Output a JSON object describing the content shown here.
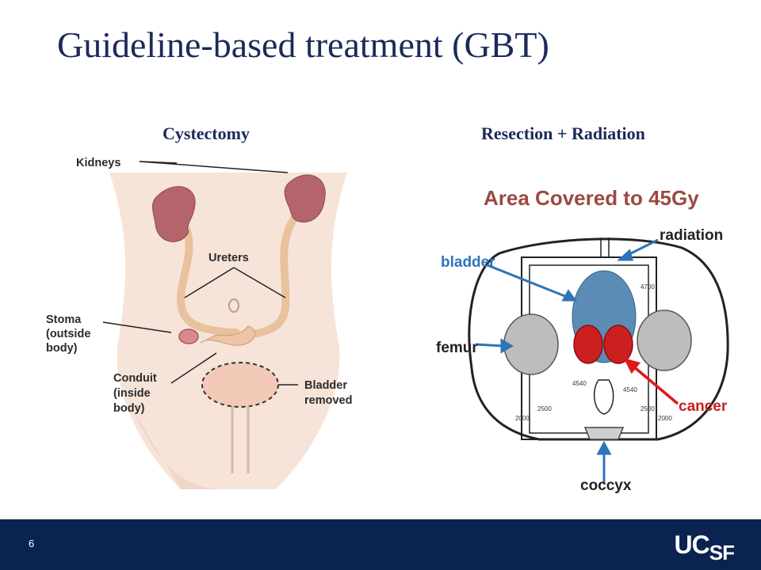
{
  "slide": {
    "title": "Guideline-based treatment (GBT)",
    "page_number": "6"
  },
  "left_panel": {
    "heading": "Cystectomy",
    "labels": {
      "kidneys": "Kidneys",
      "ureters": "Ureters",
      "stoma_1": "Stoma",
      "stoma_2": "(outside",
      "stoma_3": "body)",
      "conduit_1": "Conduit",
      "conduit_2": "(inside",
      "conduit_3": "body)",
      "bladder_1": "Bladder",
      "bladder_2": "removed"
    }
  },
  "right_panel": {
    "heading": "Resection + Radiation",
    "labels": {
      "area_title": "Area Covered to 45Gy",
      "radiation": "radiation",
      "bladder": "bladder",
      "femur": "femur",
      "cancer": "cancer",
      "coccyx": "coccyx",
      "iso_4700": "4700",
      "iso_4540_l": "4540",
      "iso_4540_r": "4540",
      "iso_2500_l": "2500",
      "iso_2500_r": "2500",
      "iso_2000_l": "2000",
      "iso_2000_r": "2000"
    }
  },
  "footer": {
    "logo_text_1": "UC",
    "logo_text_2": "SF"
  },
  "colors": {
    "title": "#1b2a59",
    "footer": "#0b2350",
    "kidney": "#b5646c",
    "ureter": "#f3d2b3",
    "skin": "#f7e4d9",
    "bladder_zone": "#5a8cb5",
    "tumor": "#cc1f1f",
    "arrow_blue": "#2f73b8",
    "arrow_red": "#e01818"
  }
}
